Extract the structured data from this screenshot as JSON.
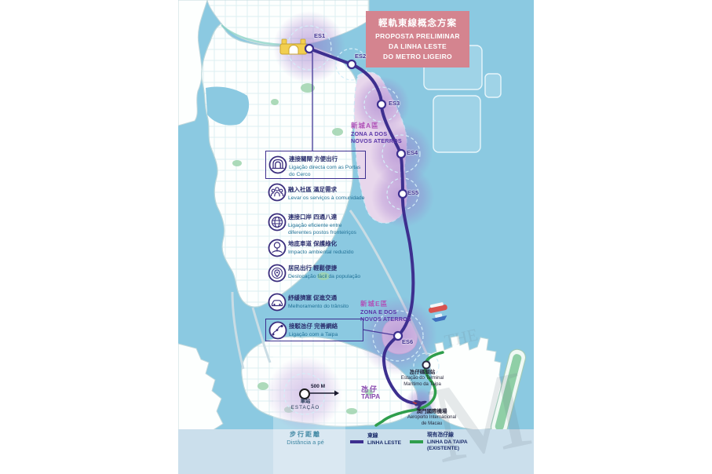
{
  "title_box": {
    "zh": "輕軌東線概念方案",
    "pt1": "PROPOSTA PRELIMINAR",
    "pt2": "DA LINHA LESTE",
    "pt3": "DO METRO LIGEIRO"
  },
  "benefits": [
    {
      "icon": "border-gate-icon",
      "zh": "連接關閘 方便出行",
      "pt": "Ligação directa com as Portas do Cerco"
    },
    {
      "icon": "community-icon",
      "zh": "融入社區 滿足需求",
      "pt": "Levar os serviços à comunidade"
    },
    {
      "icon": "border-crossings-icon",
      "zh": "連接口岸 四通八達",
      "pt": "Ligação eficiente entre diferentes postos fronteiriços"
    },
    {
      "icon": "environment-icon",
      "zh": "地底車道 保護綠化",
      "pt": "Impacto ambiental reduzido"
    },
    {
      "icon": "easy-travel-icon",
      "zh": "居民出行 輕鬆便捷",
      "pt": "Deslocação fácil da população"
    },
    {
      "icon": "traffic-icon",
      "zh": "紓緩擠塞 促進交通",
      "pt": "Melhoramento do trânsito"
    },
    {
      "icon": "taipa-link-icon",
      "zh": "接駁氹仔 完善網絡",
      "pt": "Ligação com a Taipa"
    }
  ],
  "stations": [
    {
      "id": "ES1"
    },
    {
      "id": "ES2"
    },
    {
      "id": "ES3"
    },
    {
      "id": "ES4"
    },
    {
      "id": "ES5"
    },
    {
      "id": "ES6"
    }
  ],
  "zones": {
    "zone_a": {
      "zh": "新城A區",
      "pt1": "ZONA A DOS",
      "pt2": "NOVOS ATERROS"
    },
    "zone_e": {
      "zh": "新城E區",
      "pt1": "ZONA E DOS",
      "pt2": "NOVOS ATERROS"
    }
  },
  "places": {
    "taipa": {
      "zh": "氹仔",
      "pt": "TAIPA"
    },
    "terminal": {
      "zh": "氹仔碼頭站",
      "pt": "Estação do Terminal Marítimo da Taipa"
    },
    "airport": {
      "zh": "澳門國際機場",
      "pt": "Aeroporto Internacional de Macau"
    }
  },
  "scale": {
    "distance": "500 M",
    "station_zh": "車站",
    "station_pt": "ESTAÇÃO"
  },
  "map_legend": {
    "walking_zh": "步行距離",
    "walking_pt": "Distância a pé",
    "east_zh": "東線",
    "east_pt": "LINHA LESTE",
    "taipa_zh": "現有氹仔線",
    "taipa_pt": "LINHA DA TAIPA",
    "taipa_pt2": "(EXISTENTE)"
  },
  "watermark": "Ma",
  "colors": {
    "east_line": "#3d2f8f",
    "taipa_line": "#2f9e4c",
    "title_bg": "#d4848f",
    "water": "#8bc9e1",
    "zone_label_zh": "#b052b8",
    "zone_label_pt": "#5a35a8"
  }
}
